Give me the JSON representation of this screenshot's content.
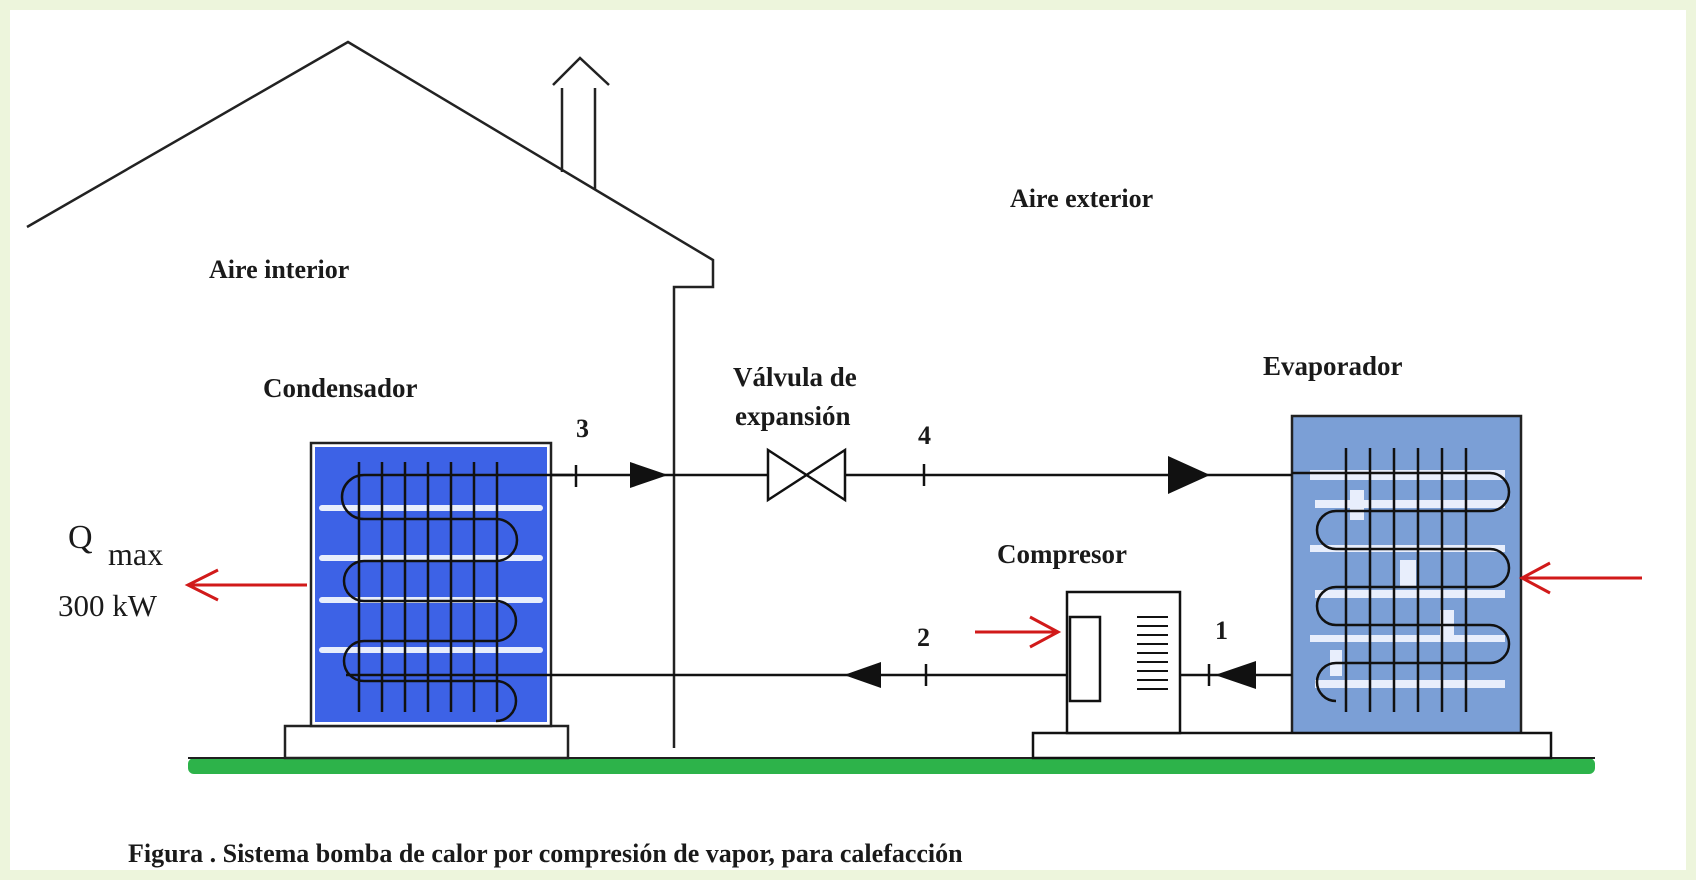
{
  "labels": {
    "inside_air": "Aire interior",
    "outside_air": "Aire exterior",
    "condenser": "Condensador",
    "valve_line1": "Válvula de",
    "valve_line2": "expansión",
    "evaporator": "Evaporador",
    "compressor": "Compresor",
    "heat_symbol": "Q",
    "heat_subscript": "max",
    "heat_value": "300 kW"
  },
  "state_points": [
    "1",
    "2",
    "3",
    "4"
  ],
  "caption": "Figura . Sistema bomba de calor por compresión de vapor, para  calefacción",
  "colors": {
    "condenser_fill": "#3d62e6",
    "evaporator_fill": "#7b9fd6",
    "ground": "#2db34a",
    "heat_arrow": "#d11a1a"
  }
}
